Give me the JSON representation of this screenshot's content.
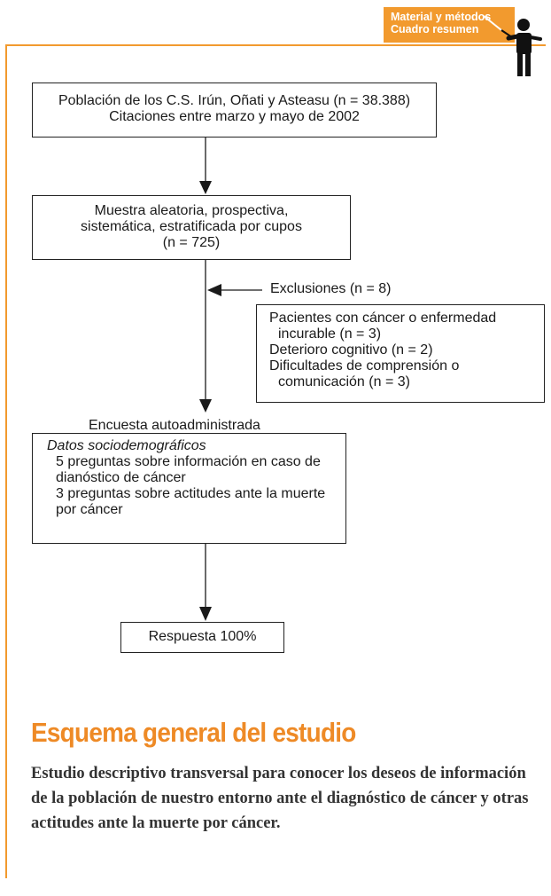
{
  "header": {
    "tag_line1": "Material y métodos",
    "tag_line2": "Cuadro resumen",
    "accent_color": "#f29a2e",
    "figure_icon": "presenter-figure-icon"
  },
  "flowchart": {
    "population_line1": "Población de los C.S. Irún, Oñati y Asteasu (n = 38.388)",
    "population_line2": "Citaciones entre marzo y mayo de 2002",
    "sample_line1": "Muestra aleatoria, prospectiva,",
    "sample_line2": "sistemática, estratificada por cupos",
    "sample_line3": "(n = 725)",
    "exclusions_label": "Exclusiones (n = 8)",
    "exclusions_line1": "Pacientes con cáncer o enfermedad",
    "exclusions_line2": "incurable (n = 3)",
    "exclusions_line3": "Deterioro cognitivo (n = 2)",
    "exclusions_line4": "Dificultades de comprensión o",
    "exclusions_line5": "comunicación (n = 3)",
    "survey_label": "Encuesta autoadministrada",
    "survey_line1": "Datos sociodemográficos",
    "survey_line2": "5 preguntas sobre información en caso de",
    "survey_line3": "dianóstico de cáncer",
    "survey_line4": "3 preguntas sobre actitudes ante la muerte",
    "survey_line5": "por cáncer",
    "response": "Respuesta 100%"
  },
  "section": {
    "title": "Esquema general del estudio",
    "description": "Estudio descriptivo transversal para conocer los deseos de información de la población de nuestro entorno ante el diagnóstico de cáncer y otras actitudes ante la muerte por cáncer."
  }
}
